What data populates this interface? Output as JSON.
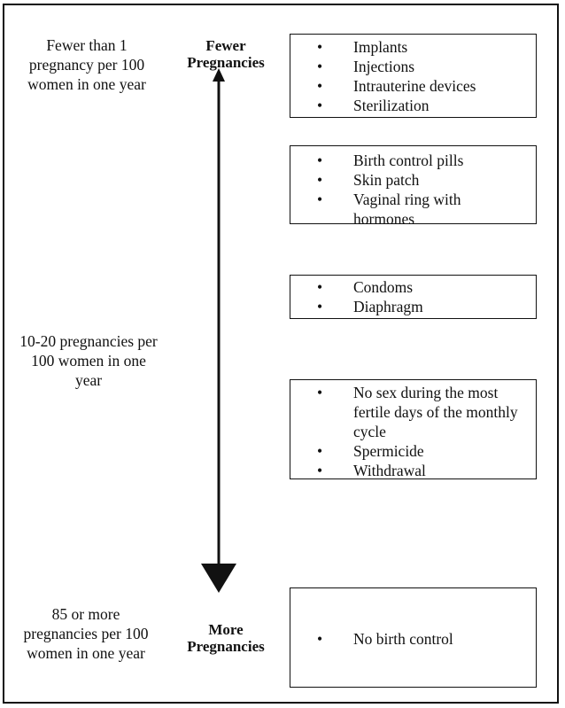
{
  "rates": {
    "top": "Fewer than 1 pregnancy per 100 women in one year",
    "middle": "10-20 pregnancies per 100 women in one year",
    "bottom": "85 or more pregnancies per 100 women in one year"
  },
  "axis": {
    "top_label": "Fewer Pregnancies",
    "bottom_label": "More Pregnancies"
  },
  "bullet_glyph": "•",
  "boxes": [
    {
      "items": [
        "Implants",
        "Injections",
        "Intrauterine devices",
        "Sterilization"
      ]
    },
    {
      "items": [
        "Birth control pills",
        "Skin patch",
        "Vaginal ring with hormones"
      ]
    },
    {
      "items": [
        "Condoms",
        "Diaphragm"
      ]
    },
    {
      "items": [
        "No sex during the most fertile days of the monthly cycle",
        "Spermicide",
        "Withdrawal"
      ]
    },
    {
      "items": [
        "No birth control"
      ]
    }
  ]
}
